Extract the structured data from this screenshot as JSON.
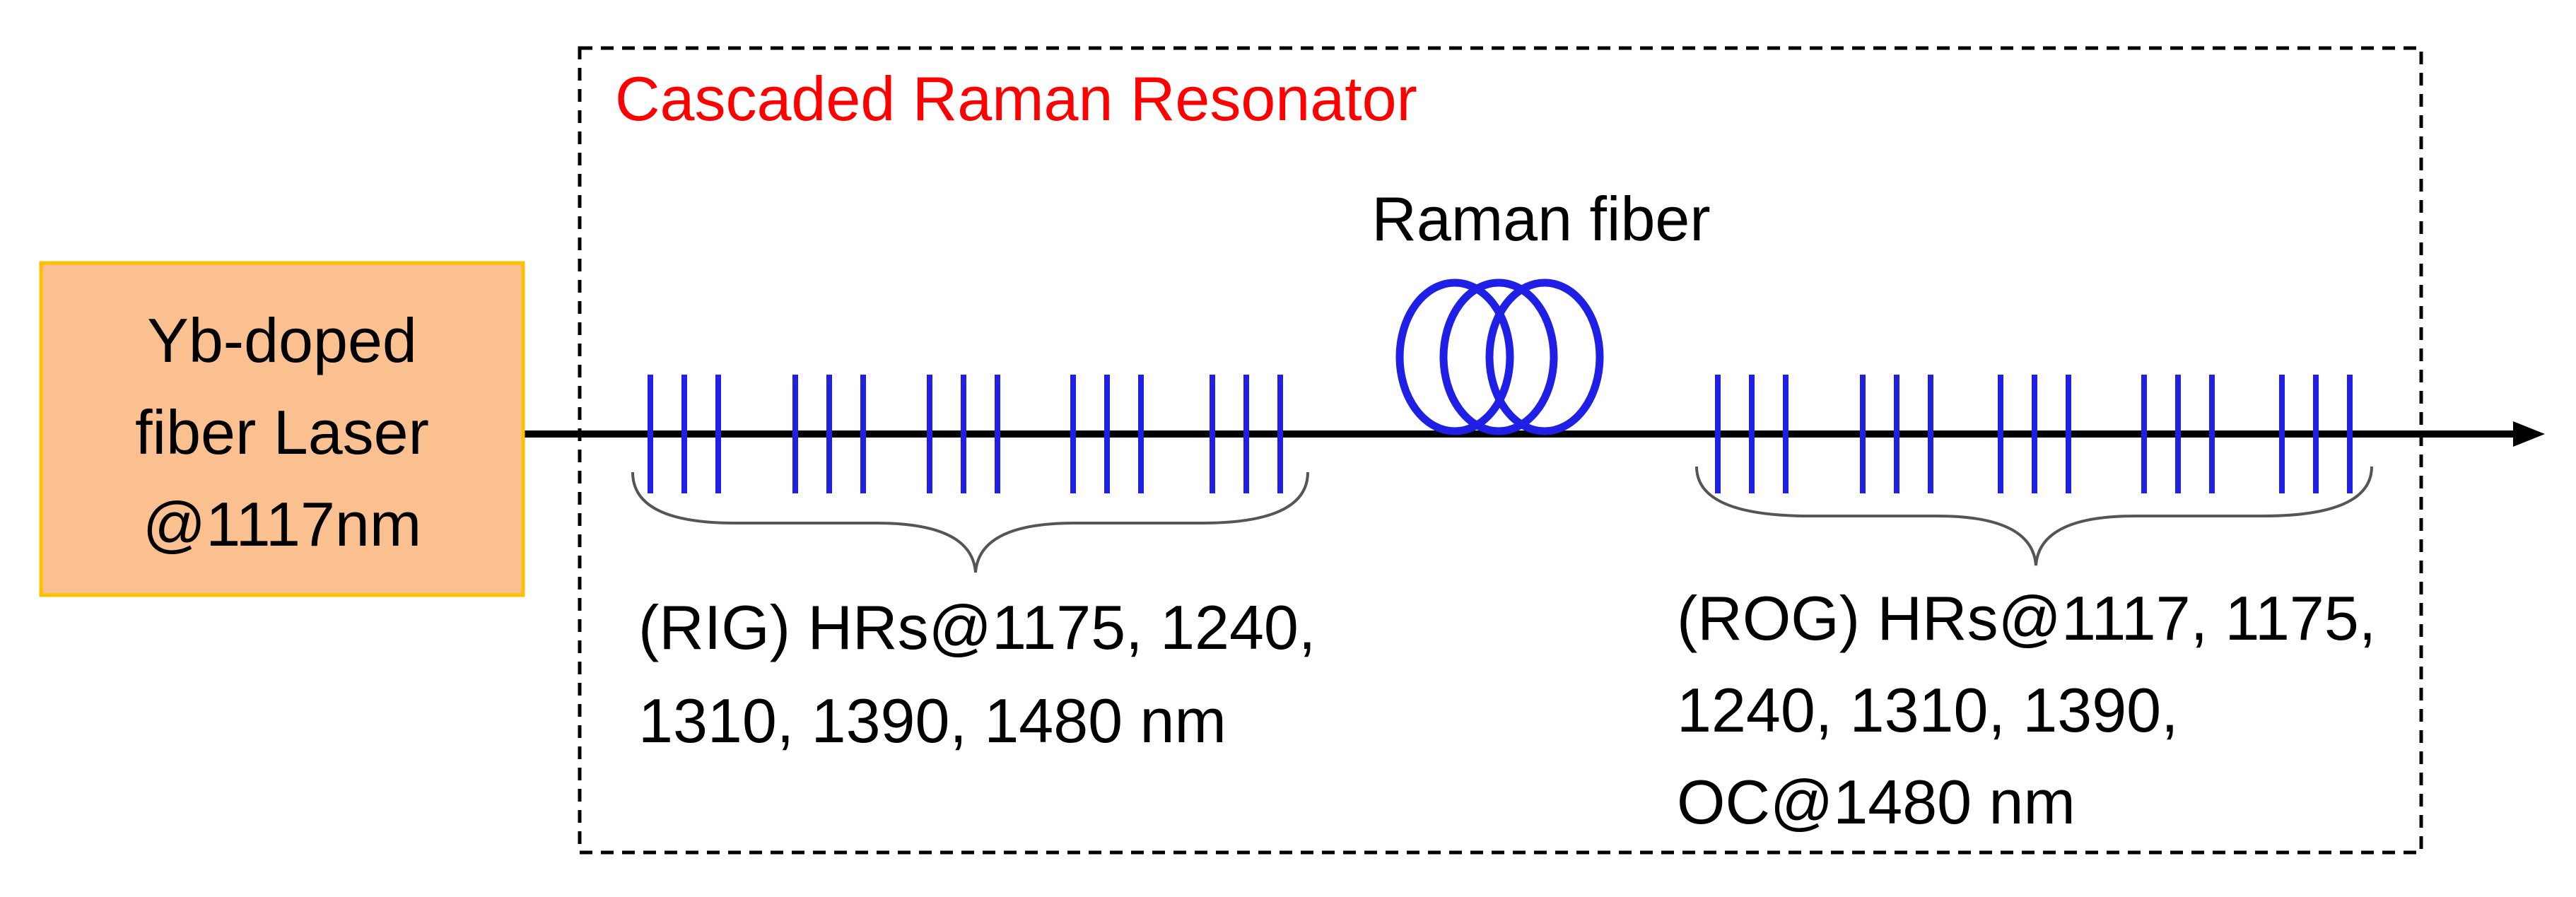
{
  "laser_box": {
    "lines": [
      "Yb-doped",
      "fiber Laser",
      "@1117nm"
    ],
    "fill": "#FAC090",
    "stroke": "#FFC000"
  },
  "resonator": {
    "title": "Cascaded Raman Resonator",
    "title_color": "#FF0000"
  },
  "raman_fiber": {
    "label": "Raman fiber",
    "color": "#1F1FE6"
  },
  "grating_color": "#1F1FE6",
  "rig": {
    "lines": [
      "(RIG) HRs@1175, 1240,",
      "1310, 1390, 1480 nm"
    ]
  },
  "rog": {
    "lines": [
      "(ROG) HRs@1117, 1175,",
      "1240, 1310, 1390,",
      "OC@1480 nm"
    ]
  }
}
